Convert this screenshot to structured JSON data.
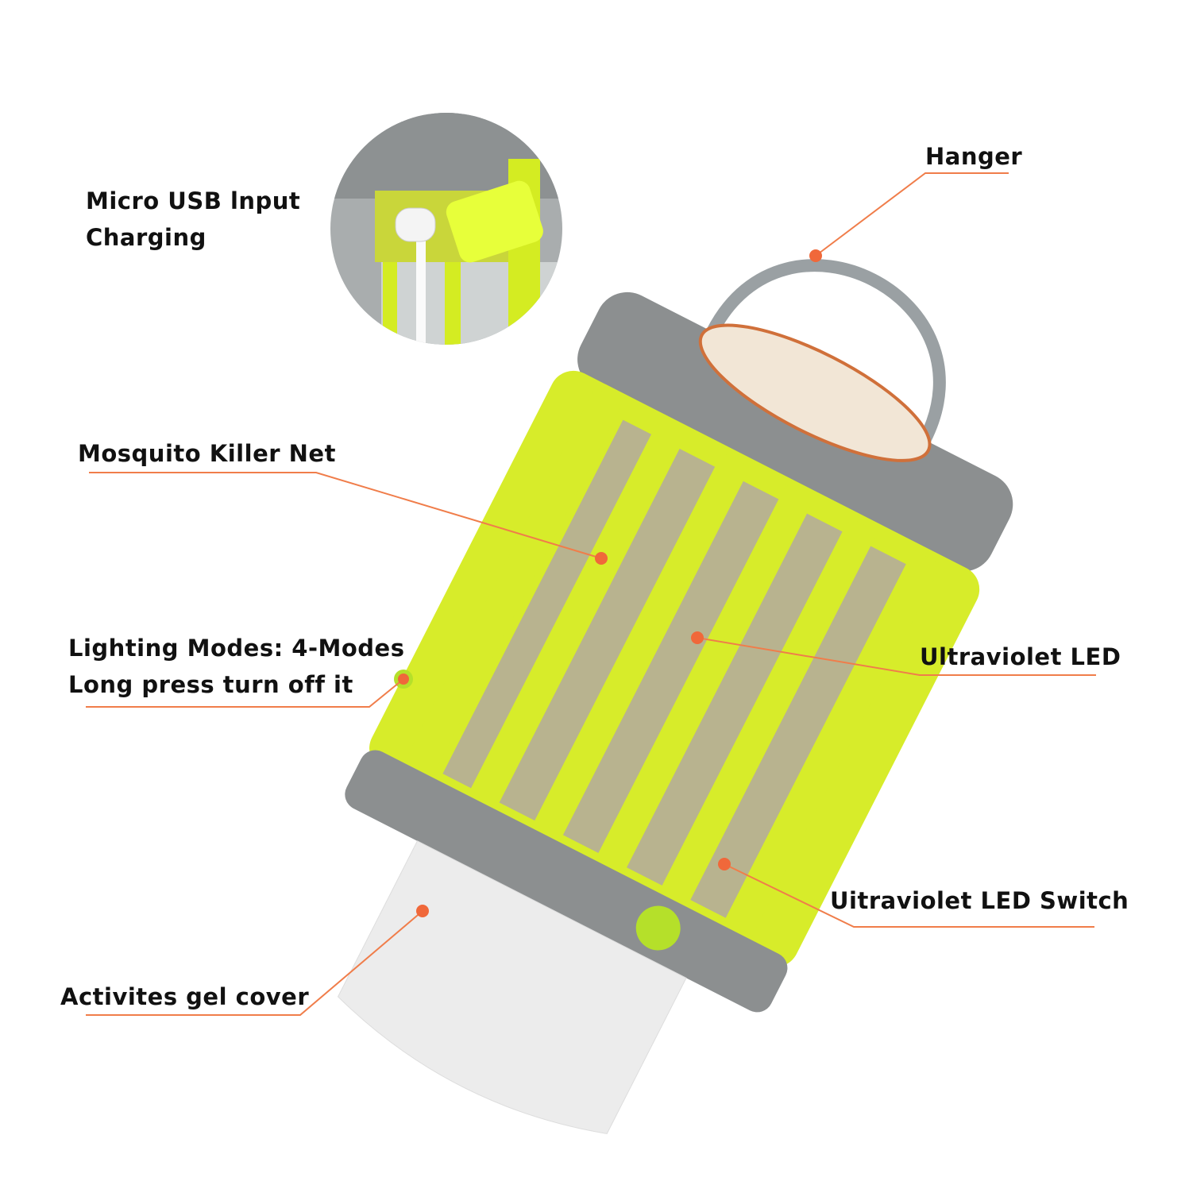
{
  "colors": {
    "accent_line": "#f07d4a",
    "lantern_yellow": "#d7ec2a",
    "lantern_grey": "#8c8f90",
    "gel_cover": "#eeeeee"
  },
  "labels": {
    "hanger": "Hanger",
    "usb_line1": "Micro USB lnput",
    "usb_line2": "Charging",
    "net": "Mosquito Killer Net",
    "modes_line1": "Lighting Modes: 4-Modes",
    "modes_line2": "Long press turn off it",
    "uv_led": "Ultraviolet LED",
    "uv_switch": "Uitraviolet LED Switch",
    "gel_cover": "Activites gel cover"
  }
}
